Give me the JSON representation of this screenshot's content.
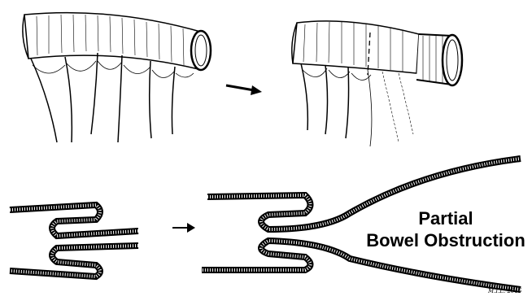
{
  "label": {
    "line1": "Partial",
    "line2": "Bowel Obstruction"
  },
  "signature": "M.I.L. 2015",
  "colors": {
    "ink": "#000000",
    "paper": "#ffffff"
  },
  "icons": {
    "top_arrow": "right-arrow",
    "bottom_arrow": "right-arrow"
  }
}
